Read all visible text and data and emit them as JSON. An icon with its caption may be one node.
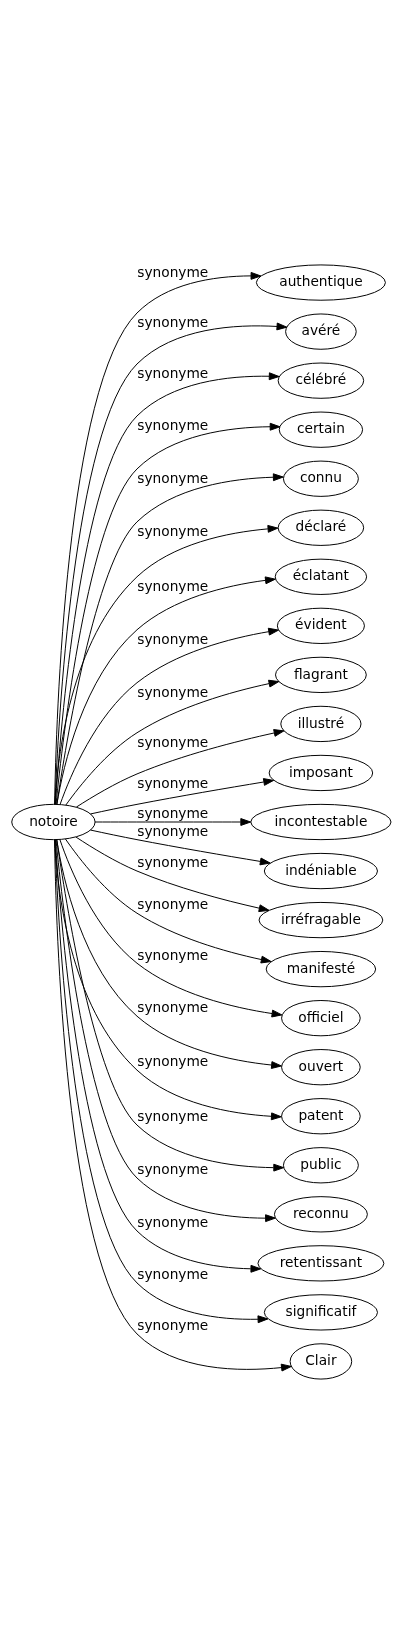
{
  "diagram": {
    "nodes": [
      {
        "text": [
          "notoire"
        ]
      },
      {
        "text": [
          "authentique"
        ]
      },
      {
        "text": [
          "avéré"
        ]
      },
      {
        "text": [
          "célébré"
        ]
      },
      {
        "text": [
          "certain"
        ]
      },
      {
        "text": [
          "connu"
        ]
      },
      {
        "text": [
          "déclaré"
        ]
      },
      {
        "text": [
          "éclatant"
        ]
      },
      {
        "text": [
          "évident"
        ]
      },
      {
        "text": [
          "flagrant"
        ]
      },
      {
        "text": [
          "illustré"
        ]
      },
      {
        "text": [
          "imposant"
        ]
      },
      {
        "text": [
          "incontestable"
        ]
      },
      {
        "text": [
          "indéniable"
        ]
      },
      {
        "text": [
          "irréfragable"
        ]
      },
      {
        "text": [
          "manifesté"
        ]
      },
      {
        "text": [
          "officiel"
        ]
      },
      {
        "text": [
          "ouvert"
        ]
      },
      {
        "text": [
          "patent"
        ]
      },
      {
        "text": [
          "public"
        ]
      },
      {
        "text": [
          "reconnu"
        ]
      },
      {
        "text": [
          "retentissant"
        ]
      },
      {
        "text": [
          "significatif"
        ]
      },
      {
        "text": [
          "Clair"
        ]
      }
    ],
    "edges": [
      {
        "from": 0,
        "to": 1,
        "arrow": "to",
        "label": "synonyme"
      },
      {
        "from": 0,
        "to": 2,
        "arrow": "to",
        "label": "synonyme"
      },
      {
        "from": 0,
        "to": 3,
        "arrow": "to",
        "label": "synonyme"
      },
      {
        "from": 0,
        "to": 4,
        "arrow": "to",
        "label": "synonyme"
      },
      {
        "from": 0,
        "to": 5,
        "arrow": "to",
        "label": "synonyme"
      },
      {
        "from": 0,
        "to": 6,
        "arrow": "to",
        "label": "synonyme"
      },
      {
        "from": 0,
        "to": 7,
        "arrow": "to",
        "label": "synonyme"
      },
      {
        "from": 0,
        "to": 8,
        "arrow": "to",
        "label": "synonyme"
      },
      {
        "from": 0,
        "to": 9,
        "arrow": "to",
        "label": "synonyme"
      },
      {
        "from": 0,
        "to": 10,
        "arrow": "to",
        "label": "synonyme"
      },
      {
        "from": 0,
        "to": 11,
        "arrow": "to",
        "label": "synonyme"
      },
      {
        "from": 0,
        "to": 12,
        "arrow": "to",
        "label": "synonyme"
      },
      {
        "from": 0,
        "to": 13,
        "arrow": "to",
        "label": "synonyme"
      },
      {
        "from": 0,
        "to": 14,
        "arrow": "to",
        "label": "synonyme"
      },
      {
        "from": 0,
        "to": 15,
        "arrow": "to",
        "label": "synonyme"
      },
      {
        "from": 0,
        "to": 16,
        "arrow": "to",
        "label": "synonyme"
      },
      {
        "from": 0,
        "to": 17,
        "arrow": "to",
        "label": "synonyme"
      },
      {
        "from": 0,
        "to": 18,
        "arrow": "to",
        "label": "synonyme"
      },
      {
        "from": 0,
        "to": 19,
        "arrow": "to",
        "label": "synonyme"
      },
      {
        "from": 0,
        "to": 20,
        "arrow": "to",
        "label": "synonyme"
      },
      {
        "from": 0,
        "to": 21,
        "arrow": "to",
        "label": "synonyme"
      },
      {
        "from": 0,
        "to": 22,
        "arrow": "to",
        "label": "synonyme"
      },
      {
        "from": 0,
        "to": 23,
        "arrow": "to",
        "label": "synonyme"
      }
    ]
  }
}
